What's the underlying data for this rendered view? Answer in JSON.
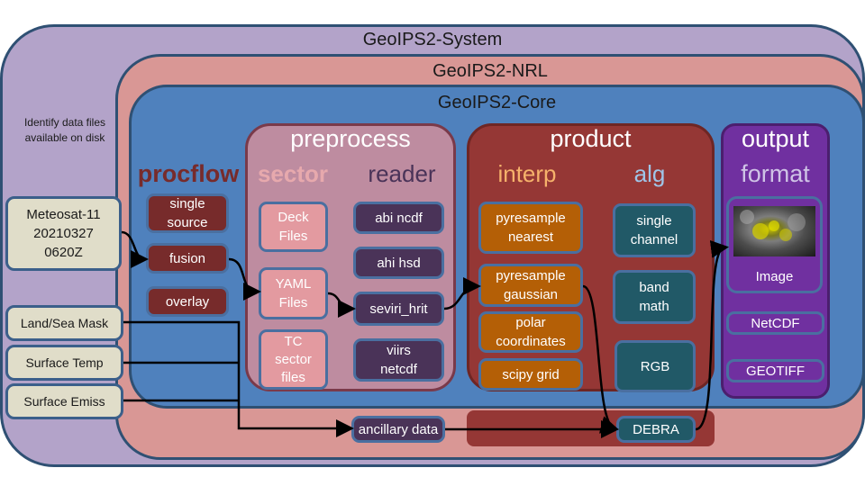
{
  "layers": {
    "system": "GeoIPS2-System",
    "nrl": "GeoIPS2-NRL",
    "core": "GeoIPS2-Core"
  },
  "note": "Identify data files available on disk",
  "inputs": {
    "primary": [
      "Meteosat-11",
      "20210327",
      "0620Z"
    ],
    "ancillary": [
      "Land/Sea Mask",
      "Surface Temp",
      "Surface Emiss"
    ]
  },
  "procflow": {
    "title": "procflow",
    "items": [
      [
        "single",
        "source"
      ],
      [
        "fusion"
      ],
      [
        "overlay"
      ]
    ]
  },
  "preprocess": {
    "title": "preprocess",
    "sector": {
      "title": "sector",
      "items": [
        [
          "Deck",
          "Files"
        ],
        [
          "YAML",
          "Files"
        ],
        [
          "TC",
          "sector",
          "files"
        ]
      ]
    },
    "reader": {
      "title": "reader",
      "items": [
        [
          "abi ncdf"
        ],
        [
          "ahi hsd"
        ],
        [
          "seviri_hrit"
        ],
        [
          "viirs",
          "netcdf"
        ]
      ]
    }
  },
  "product": {
    "title": "product",
    "interp": {
      "title": "interp",
      "items": [
        [
          "pyresample",
          "nearest"
        ],
        [
          "pyresample",
          "gaussian"
        ],
        [
          "polar",
          "coordinates"
        ],
        [
          "scipy grid"
        ]
      ]
    },
    "alg": {
      "title": "alg",
      "items": [
        [
          "single",
          "channel"
        ],
        [
          "band",
          "math"
        ],
        [
          "RGB"
        ]
      ]
    }
  },
  "output": {
    "title": "output",
    "format": {
      "title": "format",
      "items": [
        "Image",
        "NetCDF",
        "GEOTIFF"
      ]
    }
  },
  "ancillary_data": "ancillary data",
  "debra": "DEBRA",
  "colors": {
    "system": "#b3a3c9",
    "nrl": "#d99795",
    "core": "#4f81bd",
    "procflow_box": "#772b2b",
    "preprocess": "#be8ca0",
    "sector_box": "#e39aa0",
    "reader_box": "#4a3358",
    "product": "#953735",
    "interp_box": "#b45f06",
    "alg_box": "#215967",
    "output": "#7030a0",
    "format_box": "#7030a0",
    "tan": "#e0ddc9"
  }
}
